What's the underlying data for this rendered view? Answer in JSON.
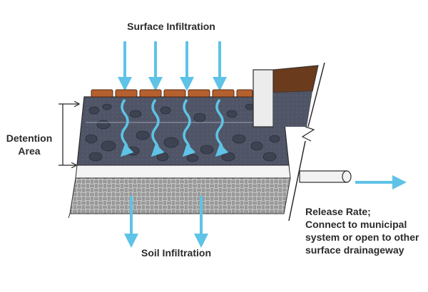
{
  "labels": {
    "surface_infiltration": "Surface Infiltration",
    "detention_area_line1": "Detention",
    "detention_area_line2": "Area",
    "soil_infiltration": "Soil Infiltration",
    "release_rate_lines": [
      "Release Rate;",
      "Connect to municipal",
      "system or open to other",
      "surface drainageway"
    ]
  },
  "colors": {
    "water_arrow": "#5ec3e6",
    "paver": "#b5602f",
    "gravel_bed": "#555b6a",
    "subgrade": "#b8b8b8",
    "curb": "#e8e8e8",
    "pipe": "#f2f2f2",
    "outline": "#2b2b2b"
  },
  "icons": [
    "water-arrow",
    "wavy-infiltration-arrow",
    "bracket-arrow",
    "drain-pipe",
    "curb",
    "paver-stones"
  ]
}
